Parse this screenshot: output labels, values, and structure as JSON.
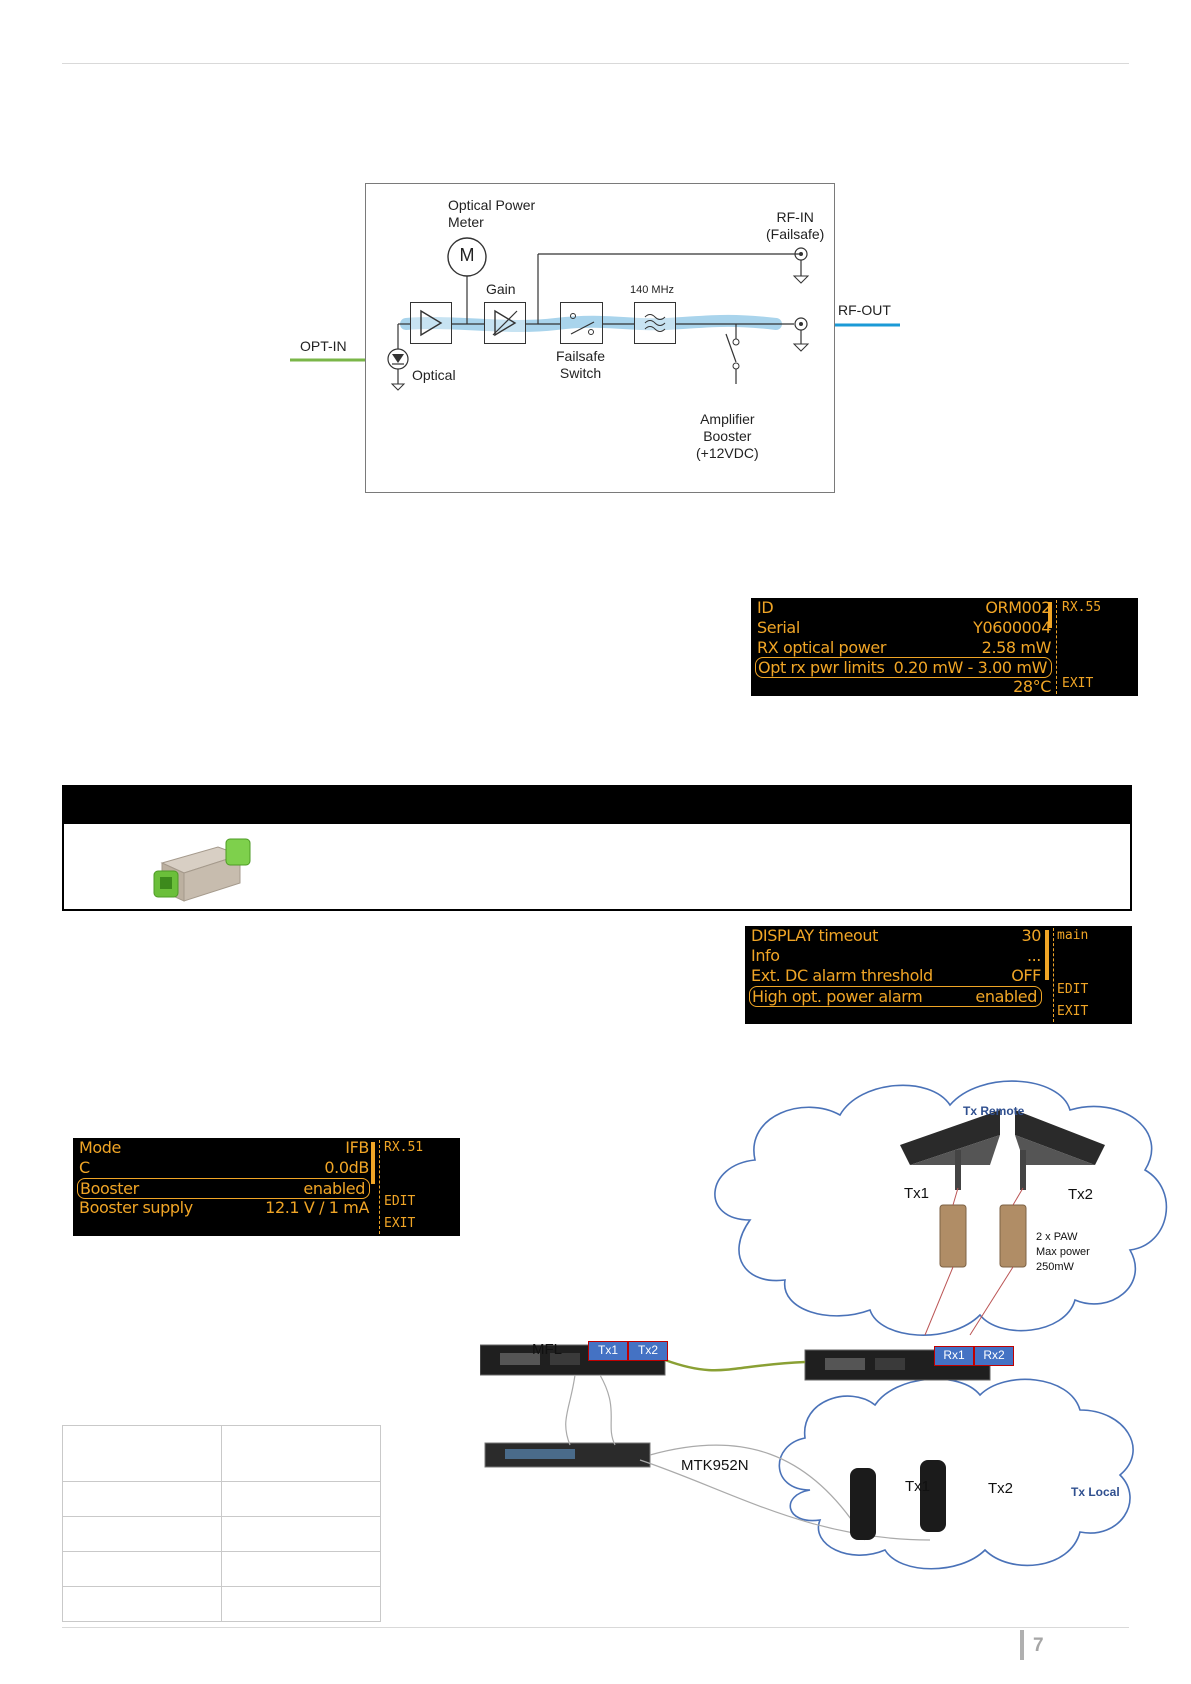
{
  "diagram": {
    "optical_power_meter_label": "Optical Power\nMeter",
    "meter_symbol": "M",
    "gain_label": "Gain",
    "filter_label": "140 MHz",
    "rf_in_label": "RF-IN\n(Failsafe)",
    "rf_out_label": "RF-OUT",
    "opt_in_label": "OPT-IN",
    "optical_label": "Optical",
    "failsafe_label": "Failsafe\nSwitch",
    "amplifier_label": "Amplifier\nBooster\n(+12VDC)"
  },
  "lcd_rx55": {
    "rows": [
      {
        "key": "ID",
        "value": "ORM002"
      },
      {
        "key": "Serial",
        "value": "Y0600004"
      },
      {
        "key": "RX optical power",
        "value": "2.58 mW"
      },
      {
        "key": "Opt rx pwr limits",
        "value": "0.20 mW - 3.00 mW"
      }
    ],
    "temperature": "28°C",
    "side_top": "RX.55",
    "side_bottom": "EXIT"
  },
  "lcd_main": {
    "rows": [
      {
        "key": "DISPLAY timeout",
        "value": "30"
      },
      {
        "key": "Info",
        "value": "..."
      },
      {
        "key": "Ext. DC alarm threshold",
        "value": "OFF"
      },
      {
        "key": "High opt. power alarm",
        "value": "enabled"
      }
    ],
    "side_top": "main",
    "side_mid": "EDIT",
    "side_bottom": "EXIT"
  },
  "lcd_rx51": {
    "rows": [
      {
        "key": "Mode",
        "value": "IFB"
      },
      {
        "key": "C",
        "value": "0.0dB"
      },
      {
        "key": "Booster",
        "value": "enabled"
      },
      {
        "key": "Booster supply",
        "value": "12.1 V / 1 mA"
      }
    ],
    "side_top": "RX.51",
    "side_mid": "EDIT",
    "side_bottom": "EXIT"
  },
  "network": {
    "tx_remote_label": "Tx Remote",
    "tx1_label": "Tx1",
    "tx2_label": "Tx2",
    "paw_label": "2 x PAW\nMax power\n250mW",
    "mfl_label": "MFL",
    "mfl_chip1": "Tx1",
    "mfl_chip2": "Tx2",
    "rx_chip1": "Rx1",
    "rx_chip2": "Rx2",
    "mtk_label": "MTK952N",
    "local_tx1_label": "Tx1",
    "local_tx2_label": "Tx2",
    "tx_local_label": "Tx Local"
  },
  "page_number": "7",
  "colors": {
    "lcd_text": "#f0a526",
    "fiber_green": "#7ab648",
    "rf_blue": "#1b9ad6",
    "signal_path": "#a9d4ec",
    "chip_fill": "#4472c4",
    "chip_border": "#c00000",
    "cloud_stroke": "#4a72b8"
  }
}
